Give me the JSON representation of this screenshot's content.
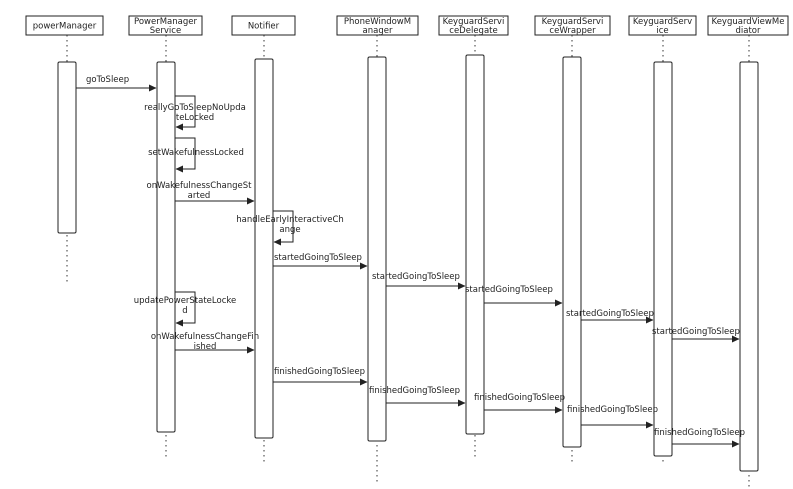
{
  "diagram": {
    "type": "sequence",
    "participants": [
      {
        "id": "pm",
        "lines": [
          "powerManager"
        ]
      },
      {
        "id": "pms",
        "lines": [
          "PowerManager",
          "Service"
        ]
      },
      {
        "id": "not",
        "lines": [
          "Notifier"
        ]
      },
      {
        "id": "pwm",
        "lines": [
          "PhoneWindowM",
          "anager"
        ]
      },
      {
        "id": "ksd",
        "lines": [
          "KeyguardServi",
          "ceDelegate"
        ]
      },
      {
        "id": "ksw",
        "lines": [
          "KeyguardServi",
          "ceWrapper"
        ]
      },
      {
        "id": "ks",
        "lines": [
          "KeyguardServ",
          "ice"
        ]
      },
      {
        "id": "kvm",
        "lines": [
          "KeyguardViewMe",
          "diator"
        ]
      }
    ],
    "messages": [
      {
        "from": "pm",
        "to": "pms",
        "lines": [
          "goToSleep"
        ]
      },
      {
        "from": "pms",
        "to": "pms",
        "lines": [
          "reallyGoToSleepNoUpda",
          "teLocked"
        ]
      },
      {
        "from": "pms",
        "to": "pms",
        "lines": [
          "setWakefulnessLocked"
        ]
      },
      {
        "from": "pms",
        "to": "not",
        "lines": [
          "onWakefulnessChangeSt",
          "arted"
        ]
      },
      {
        "from": "not",
        "to": "not",
        "lines": [
          "handleEarlyInteractiveCh",
          "ange"
        ]
      },
      {
        "from": "not",
        "to": "pwm",
        "lines": [
          "startedGoingToSleep"
        ]
      },
      {
        "from": "pwm",
        "to": "ksd",
        "lines": [
          "startedGoingToSleep"
        ]
      },
      {
        "from": "ksd",
        "to": "ksw",
        "lines": [
          "startedGoingToSleep"
        ]
      },
      {
        "from": "ksw",
        "to": "ks",
        "lines": [
          "startedGoingToSleep"
        ]
      },
      {
        "from": "ks",
        "to": "kvm",
        "lines": [
          "startedGoingToSleep"
        ]
      },
      {
        "from": "pms",
        "to": "pms",
        "lines": [
          "updatePowerStateLocke",
          "d"
        ]
      },
      {
        "from": "pms",
        "to": "not",
        "lines": [
          "onWakefulnessChangeFin",
          "ished"
        ]
      },
      {
        "from": "not",
        "to": "pwm",
        "lines": [
          "finishedGoingToSleep"
        ]
      },
      {
        "from": "pwm",
        "to": "ksd",
        "lines": [
          "finishedGoingToSleep"
        ]
      },
      {
        "from": "ksd",
        "to": "ksw",
        "lines": [
          "finishedGoingToSleep"
        ]
      },
      {
        "from": "ksw",
        "to": "ks",
        "lines": [
          "finishedGoingToSleep"
        ]
      },
      {
        "from": "ks",
        "to": "kvm",
        "lines": [
          "finishedGoingToSleep"
        ]
      }
    ]
  }
}
